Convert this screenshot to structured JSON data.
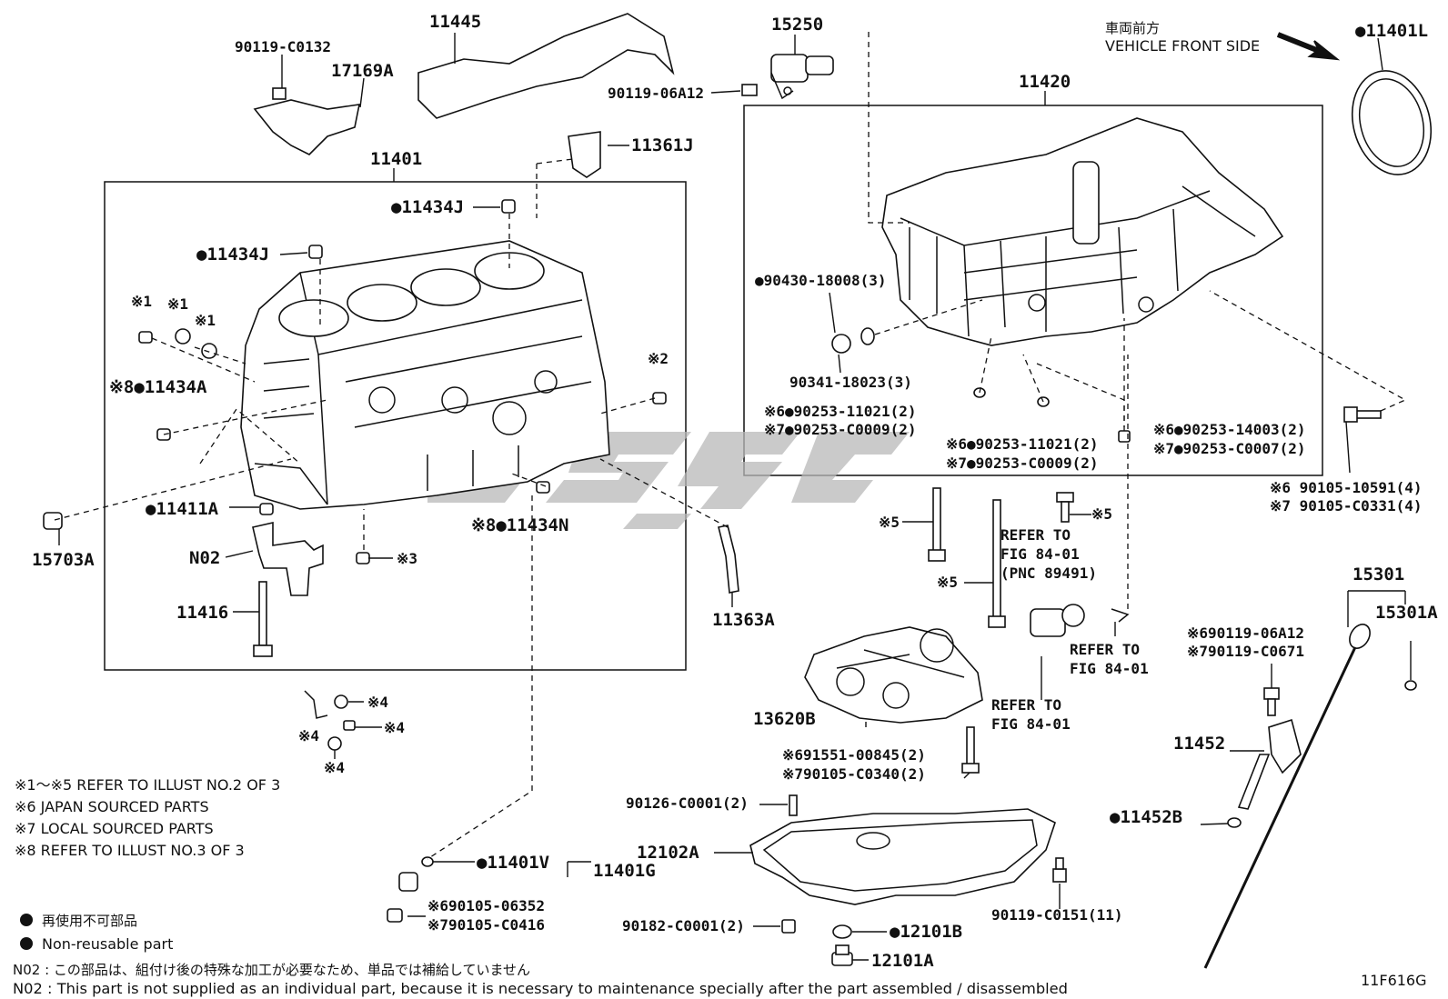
{
  "diagram_code": "11F616G",
  "vehicle_front": {
    "jp": "車両前方",
    "en": "VEHICLE FRONT SIDE"
  },
  "parts": {
    "p90119_C0132": "90119-C0132",
    "p17169A": "17169A",
    "p11445": "11445",
    "p15250": "15250",
    "p90119_06A12": "90119-06A12",
    "p11401L": "●11401L",
    "p11420": "11420",
    "p11361J": "11361J",
    "p11401": "11401",
    "p11434J_a": "●11434J",
    "p11434J_b": "●11434J",
    "p90430": "●90430-18008(3)",
    "p90341": "90341-18023(3)",
    "p_x1_a": "※1",
    "p_x1_b": "※1",
    "p_x1_c": "※1",
    "p_x2": "※2",
    "p11434A": "※8●11434A",
    "p11411A": "●11411A",
    "p15703A": "15703A",
    "pN02": "N02",
    "p_x3": "※3",
    "p11416": "11416",
    "p11434N": "※8●11434N",
    "p11363A": "11363A",
    "p90253_11021_a": "※6●90253-11021(2)",
    "p90253_C0009_a": "※7●90253-C0009(2)",
    "p90253_11021_b": "※6●90253-11021(2)",
    "p90253_C0009_b": "※7●90253-C0009(2)",
    "p90253_14003": "※6●90253-14003(2)",
    "p90253_C0007": "※7●90253-C0007(2)",
    "p90105_10591": "※6 90105-10591(4)",
    "p90105_C0331": "※7 90105-C0331(4)",
    "p_x5_a": "※5",
    "p_x5_b": "※5",
    "p_x5_c": "※5",
    "refer1": [
      "REFER TO",
      "FIG 84-01",
      "(PNC 89491)"
    ],
    "refer2": [
      "REFER TO",
      "FIG 84-01"
    ],
    "refer3": [
      "REFER TO",
      "FIG 84-01"
    ],
    "p15301": "15301",
    "p15301A": "15301A",
    "p90119_06A12_b": "※690119-06A12",
    "p90119_C0671": "※790119-C0671",
    "p11452": "11452",
    "p11452B": "●11452B",
    "p13620B": "13620B",
    "p91551": "※691551-00845(2)",
    "p90105_C0340": "※790105-C0340(2)",
    "p90126": "90126-C0001(2)",
    "p12102A": "12102A",
    "p90119_C0151": "90119-C0151(11)",
    "p90182": "90182-C0001(2)",
    "p12101B": "●12101B",
    "p12101A": "12101A",
    "p11401V": "●11401V",
    "p11401G": "11401G",
    "p90105_06352": "※690105-06352",
    "p90105_C0416": "※790105-C0416",
    "p_x4_a": "※4",
    "p_x4_b": "※4",
    "p_x4_c": "※4",
    "p_x4_d": "※4"
  },
  "notes": [
    "※1～※5  REFER TO ILLUST NO.2 OF 3",
    "※6 JAPAN SOURCED PARTS",
    "※7 LOCAL SOURCED PARTS",
    "※8 REFER TO ILLUST NO.3 OF 3"
  ],
  "legend": {
    "jp": "再使用不可部品",
    "en": "Non-reusable part"
  },
  "footnotes": {
    "jp": "N02 : この部品は、組付け後の特殊な加工が必要なため、単品では補給していません",
    "en": "N02 : This part is not supplied as an individual part, because it is necessary to maintenance specially after the part assembled / disassembled"
  },
  "watermark": "CSSC"
}
